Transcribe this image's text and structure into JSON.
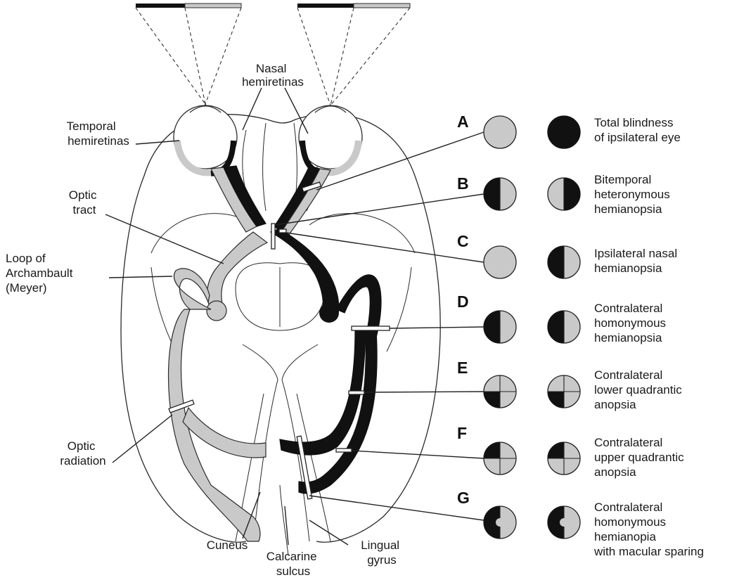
{
  "labels": {
    "nasal": [
      "Nasal",
      "hemiretinas"
    ],
    "temporal": [
      "Temporal",
      "hemiretinas"
    ],
    "optic_tract": [
      "Optic",
      "tract"
    ],
    "loop": [
      "Loop of",
      "Archambault",
      "(Meyer)"
    ],
    "optic_radiation": [
      "Optic",
      "radiation"
    ],
    "cuneus": "Cuneus",
    "calcarine": [
      "Calcarine",
      "sulcus"
    ],
    "lingual": [
      "Lingual",
      "gyrus"
    ]
  },
  "lesions": [
    {
      "letter": "A",
      "lines": [
        "Total blindness",
        "of ipsilateral eye"
      ]
    },
    {
      "letter": "B",
      "lines": [
        "Bitemporal",
        "heteronymous",
        "hemianopsia"
      ]
    },
    {
      "letter": "C",
      "lines": [
        "Ipsilateral nasal",
        "hemianopsia"
      ]
    },
    {
      "letter": "D",
      "lines": [
        "Contralateral",
        "homonymous",
        "hemianopsia"
      ]
    },
    {
      "letter": "E",
      "lines": [
        "Contralateral",
        "lower quadrantic",
        "anopsia"
      ]
    },
    {
      "letter": "F",
      "lines": [
        "Contralateral",
        "upper quadrantic",
        "anopsia"
      ]
    },
    {
      "letter": "G",
      "lines": [
        "Contralateral",
        "homonymous",
        "hemianopia",
        "with macular sparing"
      ]
    }
  ],
  "colors": {
    "gray": "#c9c9c9",
    "black": "#111111",
    "outline": "#2a2a2a"
  }
}
